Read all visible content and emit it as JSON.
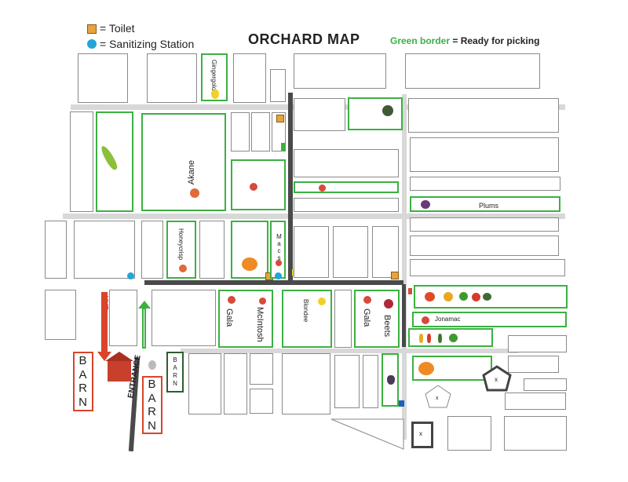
{
  "title": "ORCHARD MAP",
  "legend": {
    "toilet": "= Toilet",
    "sanitizing": "= Sanitizing Station",
    "ready_green": "Green border",
    "ready_rest": "= Ready for picking"
  },
  "plots": {
    "gingergold": "Gingergold",
    "akane": "Akane",
    "honeycrisp": "Honeycrisp",
    "macs": "Macs",
    "gala1": "Gala",
    "mcintosh": "McIntosh",
    "blondee": "Blondee",
    "gala2": "Gala",
    "beets": "Beets",
    "plums": "Plums",
    "jonamac": "Jonamac"
  },
  "signs": {
    "exit": "EXIT",
    "entrance": "ENTRANCE",
    "barn_letters": [
      "B",
      "A",
      "R",
      "N"
    ],
    "barn_small": "BARN",
    "x_mark": "x"
  },
  "colors": {
    "ready": "#3cb043",
    "road": "#4a4a4a",
    "barn": "#d9442a",
    "toilet": "#e8a33a",
    "sanitizing": "#22a5d8"
  }
}
